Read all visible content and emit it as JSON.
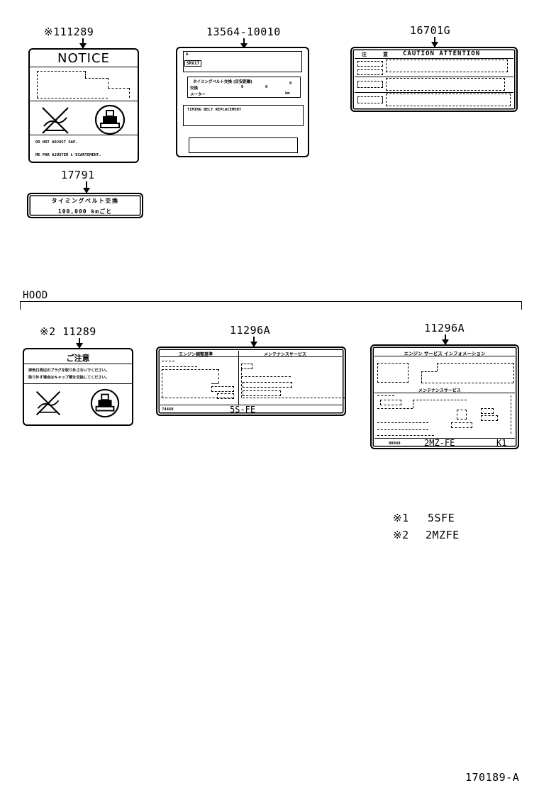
{
  "parts": {
    "p111289": "※111289",
    "p13564": "13564-10010",
    "p16701": "16701G",
    "p17791": "17791",
    "p211289": "※2 11289",
    "p11296a_1": "11296A",
    "p11296a_2": "11296A"
  },
  "labels": {
    "notice_title": "NOTICE",
    "notice_line1": "DO NOT ADJUST GAP.",
    "notice_line2": "ME PAR AJUSTER L'ECARTEMENT.",
    "timing_line1": "タイミングベルト交換",
    "timing_line2": "100,000 kmごと",
    "c13564_tag": "SRV17",
    "c13564_row1": "タイミングベルト交換 (目安距離)",
    "c13564_row2a": "交換",
    "c13564_row2b": "0",
    "c13564_row3": "メーター",
    "c13564_unit": "km",
    "c13564_eng": "TIMING BELT REPLACEMENT",
    "caution_h1": "注",
    "caution_h2": "意",
    "caution_title": "CAUTION  ATTENTION",
    "chui_title": "ご注意",
    "chui_line1": "排気口周辺のプラグを取り外さないでください。",
    "chui_line2": "取り外す場合はキャップ類を交換してください。",
    "l5s_head_left": "エンジン調整基準",
    "l5s_head_right": "メンテナンスサービス",
    "l5s_code": "74460",
    "l5s_engine": "5S-FE",
    "l2mz_title": "エンジン サービス インフォメーション",
    "l2mz_sub": "メンテナンスサービス",
    "l2mz_code": "00040",
    "l2mz_engine": "2MZ-FE",
    "l2mz_k": "K1"
  },
  "section": {
    "hood": "HOOD"
  },
  "notes": {
    "n1_mark": "※1",
    "n1_val": "5SFE",
    "n2_mark": "※2",
    "n2_val": "2MZFE"
  },
  "figure_id": "170189-A"
}
